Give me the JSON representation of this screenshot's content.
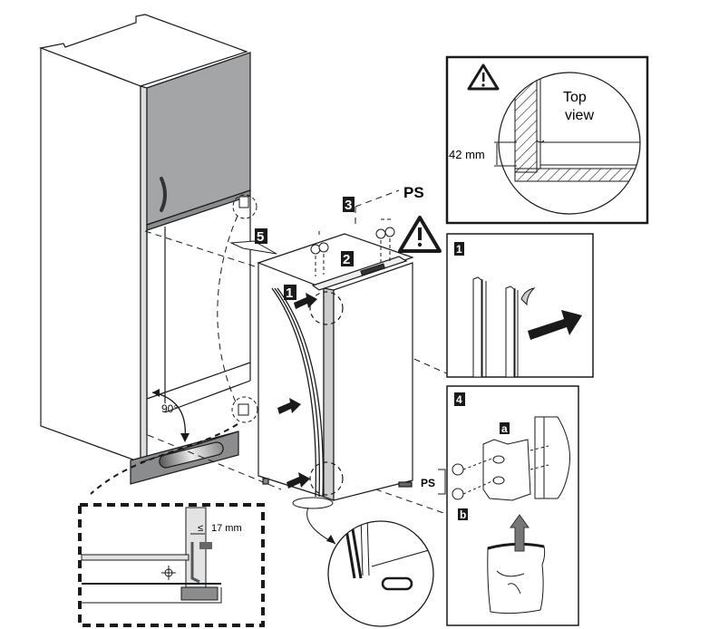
{
  "diagram": {
    "title": "Built-in refrigerator installation",
    "main_steps": [
      {
        "id": "step-1",
        "label": "1"
      },
      {
        "id": "step-2",
        "label": "2"
      },
      {
        "id": "step-3",
        "label": "3"
      },
      {
        "id": "step-5",
        "label": "5"
      }
    ],
    "screws_label": "PS",
    "angle_label": "90°",
    "detail_top_view": {
      "title_line1": "Top",
      "title_line2": "view",
      "dimension": "42 mm",
      "warning_icon": "warning-triangle-icon"
    },
    "detail_1": {
      "badge": "1"
    },
    "detail_4": {
      "badge": "4",
      "part_a": "a",
      "part_b": "b",
      "screws_label": "PS"
    },
    "detail_bottom_hinge": {
      "dimension_prefix": "≤",
      "dimension": "17 mm"
    },
    "colors": {
      "line": "#1a1a1a",
      "door_gray": "#a3a5a7",
      "plinth_gray": "#8a8c8e",
      "badge_bg": "#1a1a1a",
      "arrow": "#1a1a1a",
      "light_gray": "#d0d0d0"
    }
  }
}
